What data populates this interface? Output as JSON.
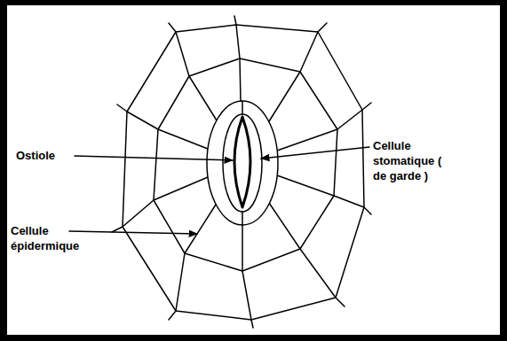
{
  "diagram": {
    "labels": [
      "Ostiole",
      "Cellule stomatique ( de garde )",
      "Cellule épidermique"
    ]
  }
}
